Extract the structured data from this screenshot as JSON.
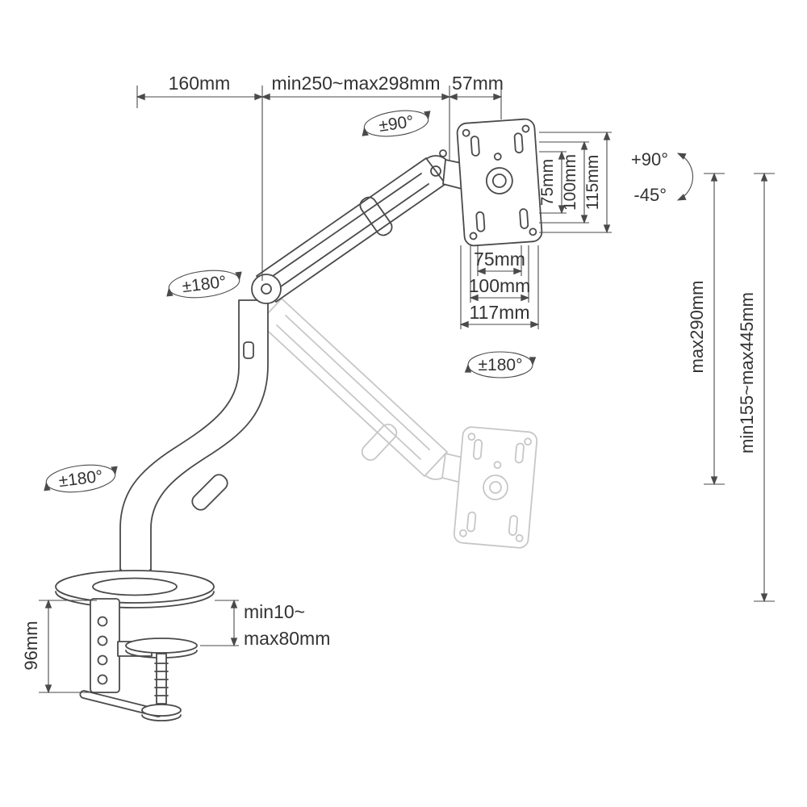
{
  "diagram": {
    "title": "Gas-spring desk mount monitor arm dimension drawing",
    "labels": {
      "dim_160": "160mm",
      "dim_250_298": "min250~max298mm",
      "dim_57": "57mm",
      "rot_90": "±90°",
      "vesa_v75": "75mm",
      "vesa_v100": "100mm",
      "vesa_v115": "115mm",
      "tilt_up": "+90°",
      "tilt_down": "-45°",
      "rot_180_mid": "±180°",
      "vesa_h75": "75mm",
      "vesa_h100": "100mm",
      "vesa_h117": "117mm",
      "rot_180_vesa": "±180°",
      "dim_max290": "max290mm",
      "dim_min155_max445": "min155~max445mm",
      "rot_180_base": "±180°",
      "dim_96": "96mm",
      "clamp_min": "min10~",
      "clamp_max": "max80mm"
    },
    "colors": {
      "line": "#4a4a4a",
      "ghost": "#c7c7c7",
      "text": "#333333",
      "background": "#ffffff"
    }
  }
}
